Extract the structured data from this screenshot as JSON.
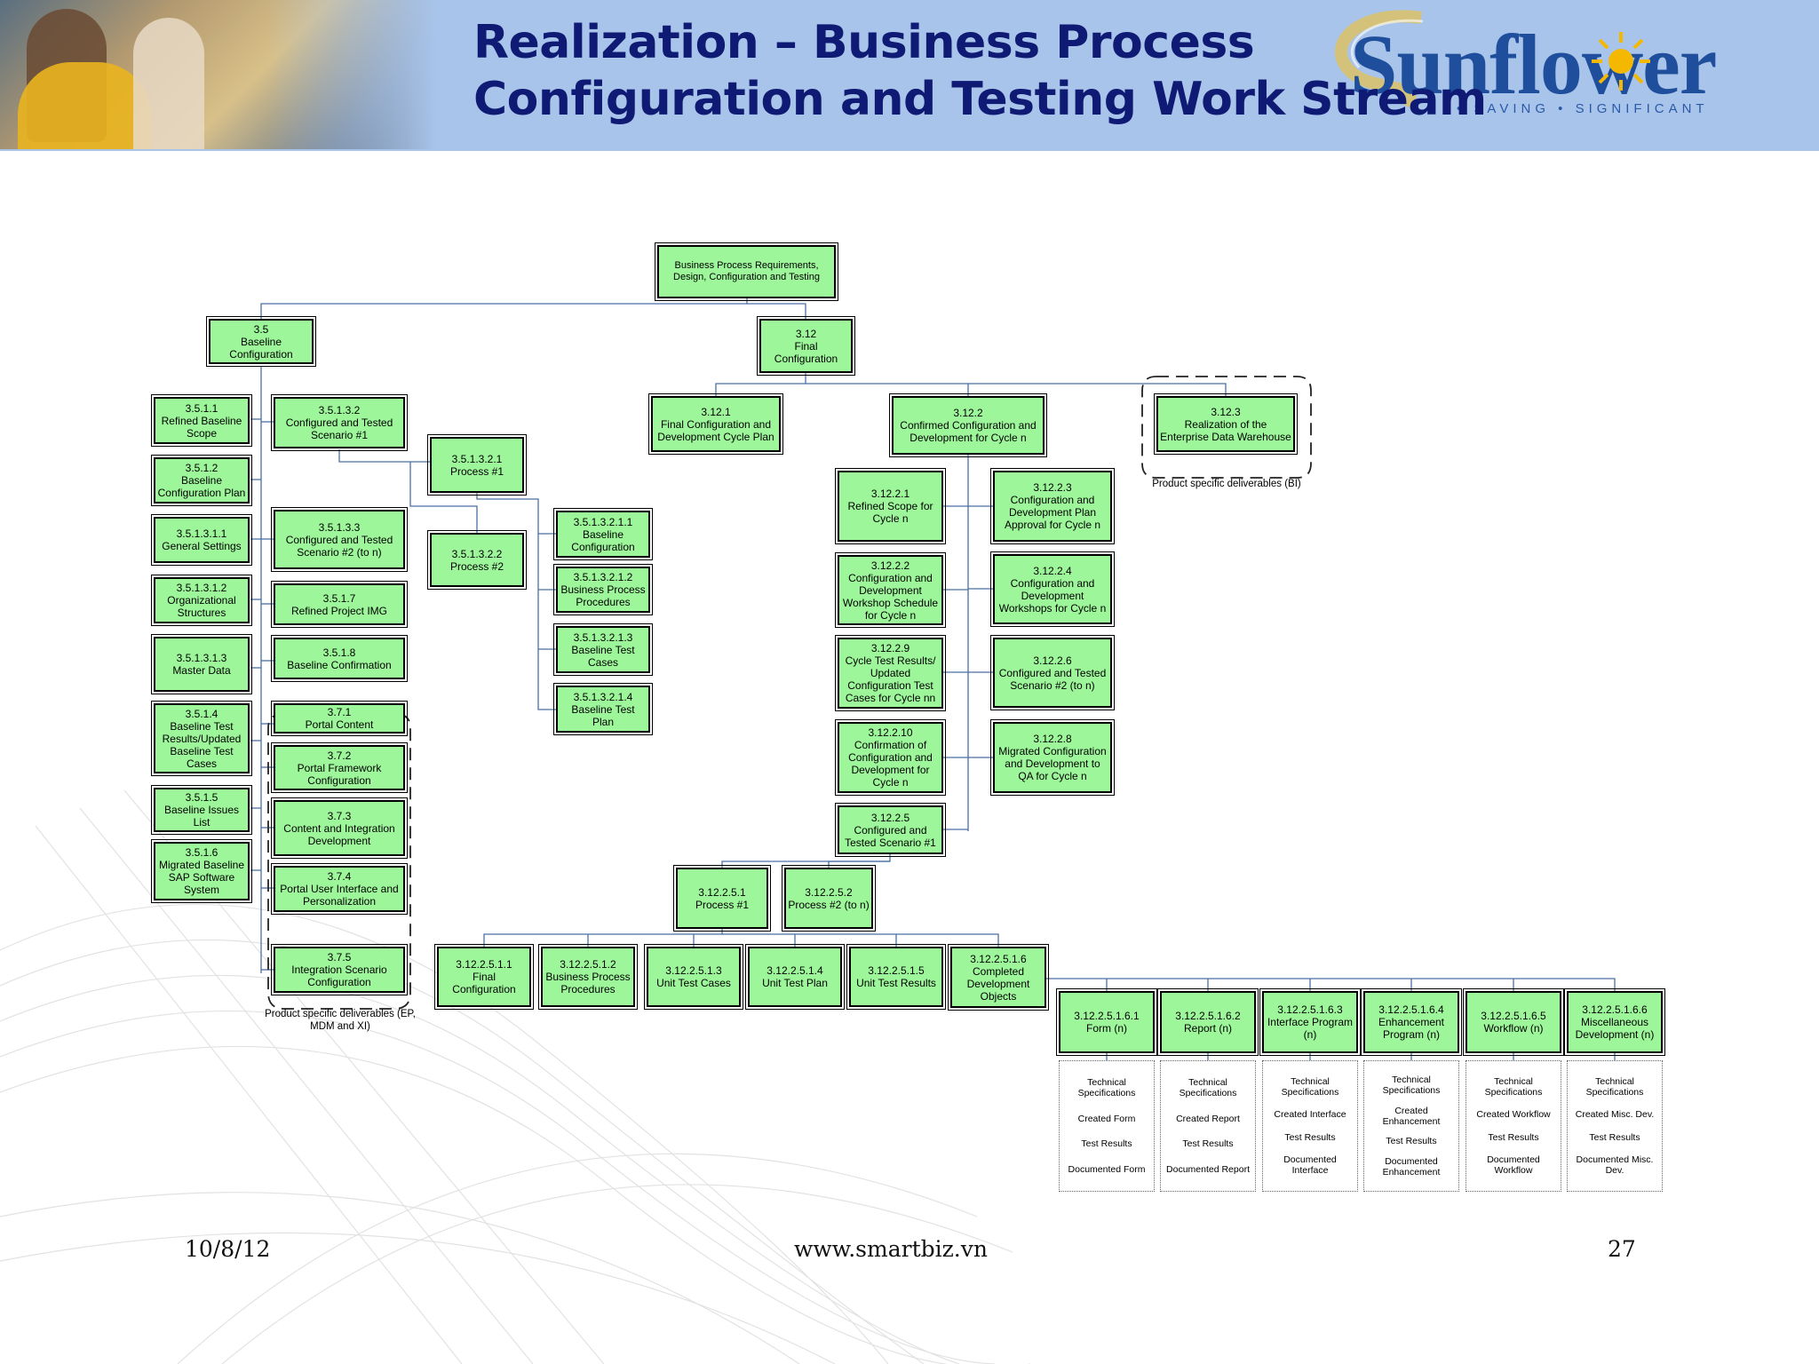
{
  "header": {
    "title_line1": "Realization – Business Process",
    "title_line2": "Configuration and Testing Work Stream",
    "logo_text": "Sunflower",
    "logo_tagline": "• SAVING • SIGNIFICANT"
  },
  "footer": {
    "date": "10/8/12",
    "url": "www.smartbiz.vn",
    "page": "27"
  },
  "diagram": {
    "root": "Business Process Requirements, Design, Configuration and Testing",
    "n3_5": [
      "3.5",
      "Baseline Configuration"
    ],
    "n3_12": [
      "3.12",
      "Final Configuration"
    ],
    "n3_5_1_1": [
      "3.5.1.1",
      "Refined Baseline Scope"
    ],
    "n3_5_1_2": [
      "3.5.1.2",
      "Baseline Configuration Plan"
    ],
    "n3_5_1_3_1_1": [
      "3.5.1.3.1.1",
      "General Settings"
    ],
    "n3_5_1_3_1_2": [
      "3.5.1.3.1.2",
      "Organizational Structures"
    ],
    "n3_5_1_3_1_3": [
      "3.5.1.3.1.3",
      "Master Data"
    ],
    "n3_5_1_4": [
      "3.5.1.4",
      "Baseline Test Results/Updated Baseline Test Cases"
    ],
    "n3_5_1_5": [
      "3.5.1.5",
      "Baseline Issues List"
    ],
    "n3_5_1_6": [
      "3.5.1.6",
      "Migrated Baseline SAP Software System"
    ],
    "n3_5_1_3_2": [
      "3.5.1.3.2",
      "Configured and Tested Scenario #1"
    ],
    "n3_5_1_3_3": [
      "3.5.1.3.3",
      "Configured and Tested Scenario #2 (to n)"
    ],
    "n3_5_1_7": [
      "3.5.1.7",
      "Refined Project IMG"
    ],
    "n3_5_1_8": [
      "3.5.1.8",
      "Baseline Confirmation"
    ],
    "n3_7_1": [
      "3.7.1",
      "Portal Content"
    ],
    "n3_7_2": [
      "3.7.2",
      "Portal Framework Configuration"
    ],
    "n3_7_3": [
      "3.7.3",
      "Content and Integration Development"
    ],
    "n3_7_4": [
      "3.7.4",
      "Portal User Interface and Personalization"
    ],
    "n3_7_5": [
      "3.7.5",
      "Integration Scenario Configuration"
    ],
    "note_ep": "Product specific deliverables (EP, MDM and XI)",
    "n3_5_1_3_2_1": [
      "3.5.1.3.2.1",
      "Process #1"
    ],
    "n3_5_1_3_2_2": [
      "3.5.1.3.2.2",
      "Process #2"
    ],
    "n3_5_1_3_2_1_1": [
      "3.5.1.3.2.1.1",
      "Baseline Configuration"
    ],
    "n3_5_1_3_2_1_2": [
      "3.5.1.3.2.1.2",
      "Business Process Procedures"
    ],
    "n3_5_1_3_2_1_3": [
      "3.5.1.3.2.1.3",
      "Baseline Test Cases"
    ],
    "n3_5_1_3_2_1_4": [
      "3.5.1.3.2.1.4",
      "Baseline Test Plan"
    ],
    "n3_12_1": [
      "3.12.1",
      "Final Configuration and Development Cycle Plan"
    ],
    "n3_12_2": [
      "3.12.2",
      "Confirmed Configuration and Development for Cycle n"
    ],
    "n3_12_3": [
      "3.12.3",
      "Realization of the Enterprise Data Warehouse"
    ],
    "note_bi": "Product specific deliverables (BI)",
    "n3_12_2_1": [
      "3.12.2.1",
      "Refined Scope for Cycle n"
    ],
    "n3_12_2_2": [
      "3.12.2.2",
      "Configuration and Development Workshop Schedule for Cycle n"
    ],
    "n3_12_2_9": [
      "3.12.2.9",
      "Cycle Test Results/ Updated Configuration Test Cases for Cycle nn"
    ],
    "n3_12_2_10": [
      "3.12.2.10",
      "Confirmation of Configuration and Development for Cycle n"
    ],
    "n3_12_2_5": [
      "3.12.2.5",
      "Configured and Tested Scenario #1"
    ],
    "n3_12_2_3": [
      "3.12.2.3",
      "Configuration and Development Plan Approval for Cycle n"
    ],
    "n3_12_2_4": [
      "3.12.2.4",
      "Configuration and Development Workshops for Cycle n"
    ],
    "n3_12_2_6": [
      "3.12.2.6",
      "Configured and Tested Scenario #2 (to n)"
    ],
    "n3_12_2_8": [
      "3.12.2.8",
      "Migrated Configuration and Development to QA for Cycle n"
    ],
    "n3_12_2_5_1": [
      "3.12.2.5.1",
      "Process #1"
    ],
    "n3_12_2_5_2": [
      "3.12.2.5.2",
      "Process #2 (to n)"
    ],
    "n3_12_2_5_1_1": [
      "3.12.2.5.1.1",
      "Final Configuration"
    ],
    "n3_12_2_5_1_2": [
      "3.12.2.5.1.2",
      "Business Process Procedures"
    ],
    "n3_12_2_5_1_3": [
      "3.12.2.5.1.3",
      "Unit Test Cases"
    ],
    "n3_12_2_5_1_4": [
      "3.12.2.5.1.4",
      "Unit Test Plan"
    ],
    "n3_12_2_5_1_5": [
      "3.12.2.5.1.5",
      "Unit Test Results"
    ],
    "n3_12_2_5_1_6": [
      "3.12.2.5.1.6",
      "Completed Development Objects"
    ],
    "n3_12_2_5_1_6_1": [
      "3.12.2.5.1.6.1",
      "Form (n)"
    ],
    "n3_12_2_5_1_6_2": [
      "3.12.2.5.1.6.2",
      "Report (n)"
    ],
    "n3_12_2_5_1_6_3": [
      "3.12.2.5.1.6.3",
      "Interface Program (n)"
    ],
    "n3_12_2_5_1_6_4": [
      "3.12.2.5.1.6.4",
      "Enhancement Program (n)"
    ],
    "n3_12_2_5_1_6_5": [
      "3.12.2.5.1.6.5",
      "Workflow (n)"
    ],
    "n3_12_2_5_1_6_6": [
      "3.12.2.5.1.6.6",
      "Miscellaneous Development (n)"
    ],
    "leaf_form": [
      "Technical Specifications",
      "Created Form",
      "Test Results",
      "Documented Form"
    ],
    "leaf_report": [
      "Technical Specifications",
      "Created Report",
      "Test Results",
      "Documented Report"
    ],
    "leaf_interface": [
      "Technical Specifications",
      "Created Interface",
      "Test Results",
      "Documented Interface"
    ],
    "leaf_enhancement": [
      "Technical Specifications",
      "Created Enhancement",
      "Test Results",
      "Documented Enhancement"
    ],
    "leaf_workflow": [
      "Technical Specifications",
      "Created Workflow",
      "Test Results",
      "Documented Workflow"
    ],
    "leaf_misc": [
      "Technical Specifications",
      "Created Misc. Dev.",
      "Test Results",
      "Documented Misc. Dev."
    ]
  },
  "colors": {
    "node_fill": "#9df79a",
    "connector": "#4a6fa5",
    "title": "#0e1a73",
    "header_bg": "#a9c4ea",
    "logo_sun": "#f5b800"
  }
}
